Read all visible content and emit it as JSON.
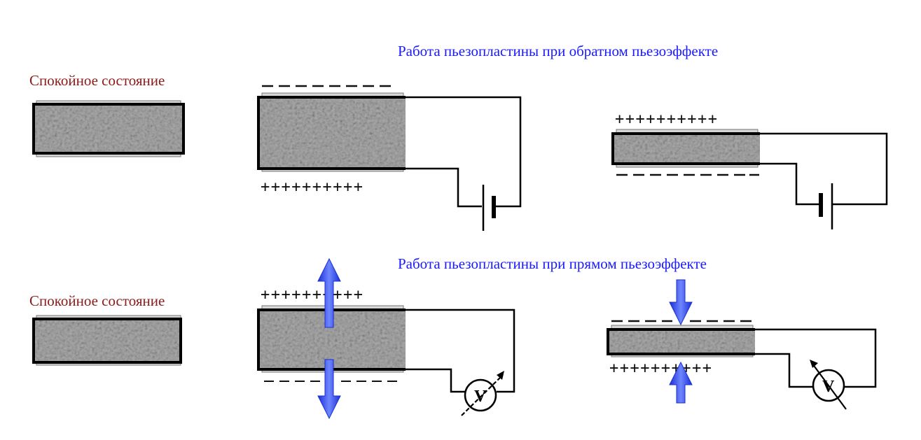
{
  "titles": {
    "inverse": "Работа пьезопластины при обратном пьезоэффекте",
    "direct": "Работа пьезопластины при прямом пьезоэффекте"
  },
  "labels": {
    "rest_top": "Спокойное состояние",
    "rest_bottom": "Спокойное состояние"
  },
  "charges": {
    "inv_expanded_bottom": "++++++++++",
    "inv_compressed_top": "++++++++++",
    "dir_stretched_top": "++++++++++",
    "dir_compressed_bottom": "++++++++++"
  },
  "voltmeter": {
    "symbol_1": "V",
    "symbol_2": "V"
  },
  "colors": {
    "title": "#1a1aff",
    "label": "#8b1a1a",
    "arrow": "#3a5cff",
    "plate": "#9a9a9a"
  },
  "icons": {
    "battery": "battery-icon",
    "voltmeter": "voltmeter-icon",
    "force_arrow": "force-arrow-icon"
  }
}
